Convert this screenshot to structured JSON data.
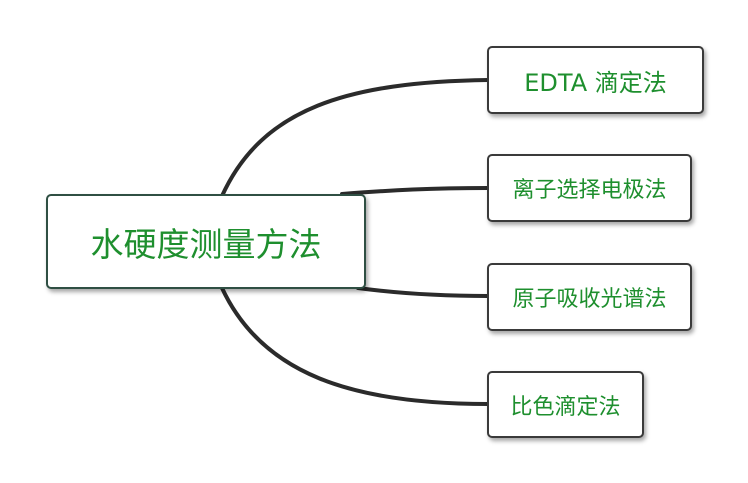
{
  "mindmap": {
    "root": {
      "label": "水硬度测量方法"
    },
    "children": [
      {
        "label": "EDTA 滴定法"
      },
      {
        "label": "离子选择电极法"
      },
      {
        "label": "原子吸收光谱法"
      },
      {
        "label": "比色滴定法"
      }
    ]
  },
  "colors": {
    "text": "#1e8f2e",
    "border": "#3a3a3a",
    "connector": "#2b2b2b",
    "background": "#ffffff"
  }
}
